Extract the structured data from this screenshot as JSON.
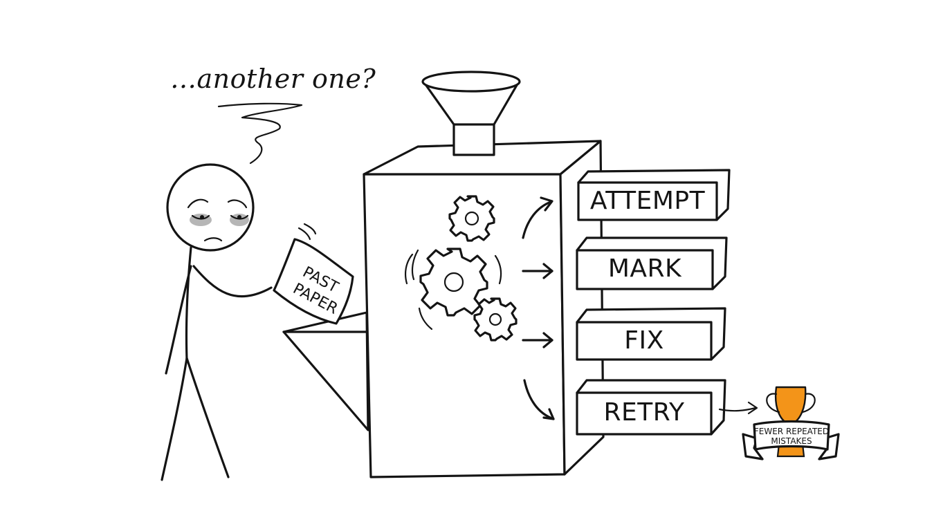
{
  "thought_bubble": {
    "text": "…another one?"
  },
  "paper": {
    "line1": "PAST",
    "line2": "PAPER"
  },
  "steps": [
    {
      "label": "ATTEMPT"
    },
    {
      "label": "MARK"
    },
    {
      "label": "FIX"
    },
    {
      "label": "RETRY"
    }
  ],
  "trophy": {
    "banner_line1": "FEWER REPEATED",
    "banner_line2": "MISTAKES",
    "accent_color": "#f39419"
  }
}
